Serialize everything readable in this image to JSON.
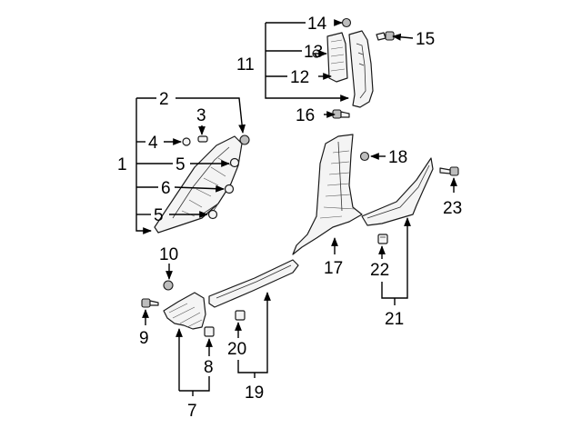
{
  "callouts": [
    {
      "id": "c1",
      "text": "1"
    },
    {
      "id": "c2",
      "text": "2"
    },
    {
      "id": "c3",
      "text": "3"
    },
    {
      "id": "c4",
      "text": "4"
    },
    {
      "id": "c5a",
      "text": "5"
    },
    {
      "id": "c5b",
      "text": "5"
    },
    {
      "id": "c6",
      "text": "6"
    },
    {
      "id": "c7",
      "text": "7"
    },
    {
      "id": "c8",
      "text": "8"
    },
    {
      "id": "c9",
      "text": "9"
    },
    {
      "id": "c10",
      "text": "10"
    },
    {
      "id": "c11",
      "text": "11"
    },
    {
      "id": "c12",
      "text": "12"
    },
    {
      "id": "c13",
      "text": "13"
    },
    {
      "id": "c14",
      "text": "14"
    },
    {
      "id": "c15",
      "text": "15"
    },
    {
      "id": "c16",
      "text": "16"
    },
    {
      "id": "c17",
      "text": "17"
    },
    {
      "id": "c18",
      "text": "18"
    },
    {
      "id": "c19",
      "text": "19"
    },
    {
      "id": "c20",
      "text": "20"
    },
    {
      "id": "c21",
      "text": "21"
    },
    {
      "id": "c22",
      "text": "22"
    },
    {
      "id": "c23",
      "text": "23"
    }
  ]
}
